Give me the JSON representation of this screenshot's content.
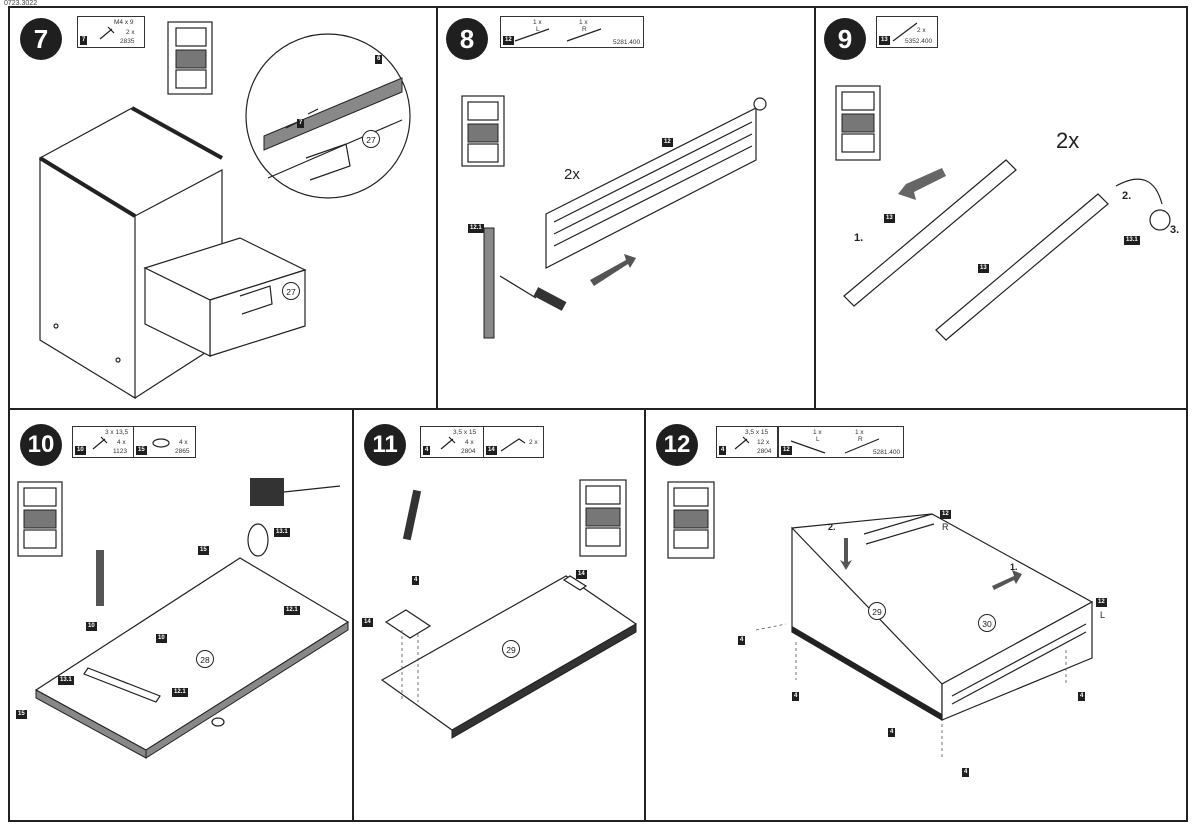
{
  "doc_code": "0723.3022",
  "steps": [
    {
      "number": "7",
      "parts": [
        {
          "tag": "7",
          "size": "M4 x 9",
          "qty": "2 x",
          "code": "2835"
        }
      ],
      "labels": {
        "rail": "6",
        "screw": "7",
        "drawer": "27",
        "drawer_big": "27"
      }
    },
    {
      "number": "8",
      "parts": [
        {
          "tag": "12",
          "left": "1 x",
          "left_side": "L",
          "right": "1 x",
          "right_side": "R",
          "code": "5281.400"
        }
      ],
      "labels": {
        "rail": "12",
        "bracket": "12.1",
        "mult": "2x"
      }
    },
    {
      "number": "9",
      "parts": [
        {
          "tag": "13",
          "qty": "2 x",
          "code": "5352.400"
        }
      ],
      "labels": {
        "rod_a": "13",
        "rod_b": "13",
        "cam": "13.1",
        "mult": "2x",
        "step1": "1.",
        "step2": "2.",
        "step3": "3."
      }
    },
    {
      "number": "10",
      "parts": [
        {
          "tag": "10",
          "size": "3 x 13,5",
          "qty": "4 x",
          "code": "1123"
        },
        {
          "tag": "15",
          "qty": "4 x",
          "code": "2865"
        }
      ],
      "labels": {
        "foot_a": "15",
        "foot_b": "15",
        "cam_a": "13.1",
        "cam_b": "13.1",
        "bracket_a": "12.1",
        "bracket_b": "12.1",
        "screw_a": "10",
        "screw_b": "10",
        "panel": "28"
      }
    },
    {
      "number": "11",
      "parts": [
        {
          "tag": "4",
          "size": "3,5 x 15",
          "qty": "4 x",
          "code": "2804"
        },
        {
          "tag": "14",
          "qty": "2 x"
        }
      ],
      "labels": {
        "screw": "4",
        "clip_a": "14",
        "clip_b": "14",
        "panel": "29"
      }
    },
    {
      "number": "12",
      "parts": [
        {
          "tag": "4",
          "size": "3,5 x 15",
          "qty": "12 x",
          "code": "2804"
        },
        {
          "tag": "12",
          "left": "1 x",
          "left_side": "L",
          "right": "1 x",
          "right_side": "R",
          "code": "5281.400"
        }
      ],
      "labels": {
        "rail_r": "12",
        "side_r": "R",
        "rail_l": "12",
        "side_l": "L",
        "front": "29",
        "bottom": "30",
        "step1": "1.",
        "step2": "2.",
        "s1": "4",
        "s2": "4",
        "s3": "4",
        "s4": "4",
        "s5": "4"
      }
    }
  ]
}
